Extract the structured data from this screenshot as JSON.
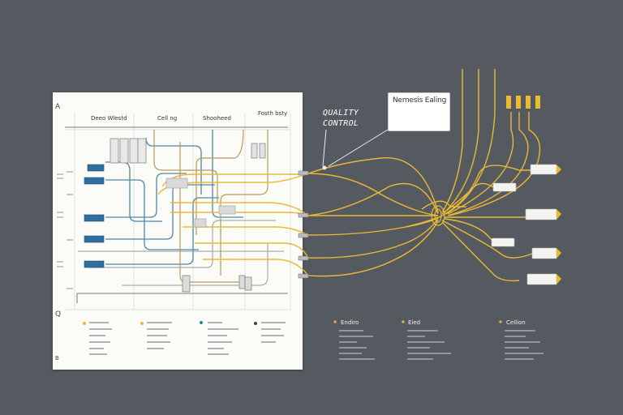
{
  "callout": {
    "title": "Nemesis Ealing"
  },
  "quality_control": {
    "line1": "QUALITY",
    "line2": "CONTROL"
  },
  "panel_headers": [
    "Deeo Wlestd",
    "Cell ng",
    "Shooheed",
    "Fosth bsty"
  ],
  "right_headers": [
    "Endiro",
    "Eied",
    "Cellion"
  ],
  "side_marks": [
    "A",
    "Q",
    "B"
  ],
  "colors": {
    "background": "#555a60",
    "panel": "#fbfbf8",
    "wire_yellow": "#e9b934",
    "wire_blue": "#4f86a5",
    "wire_gray": "#9a9a9a",
    "wire_brown": "#b89a5a",
    "connector_blue": "#2f6fa0",
    "component_gray": "#a9a9a9"
  },
  "icons": [
    "connector-icon",
    "relay-icon",
    "terminal-icon",
    "pointer-arrow-icon"
  ]
}
